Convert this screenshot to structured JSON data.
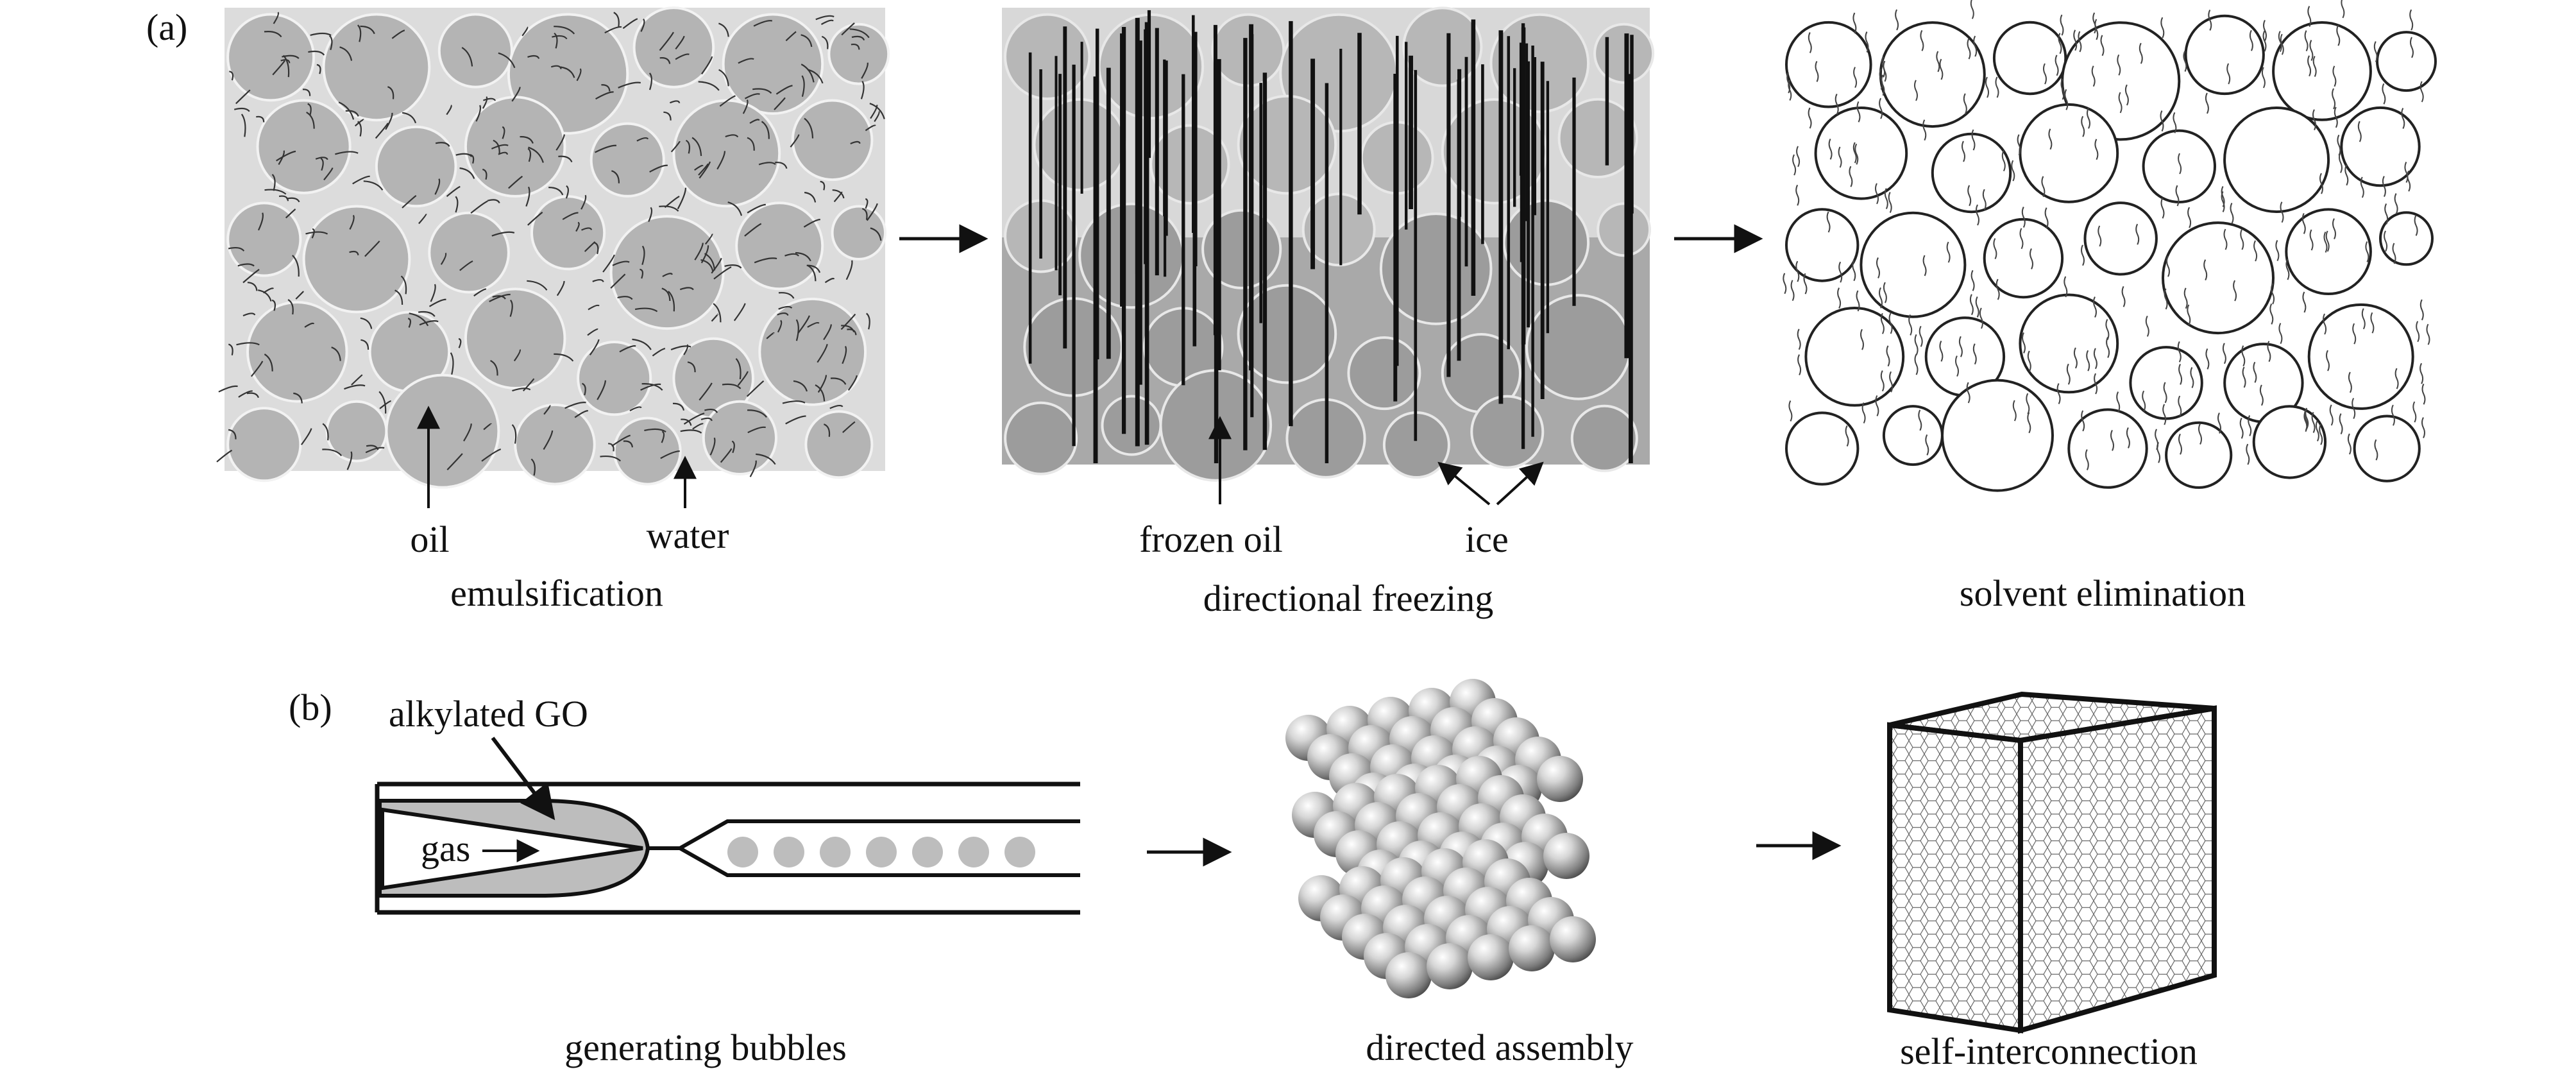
{
  "panel_a": {
    "label": "(a)",
    "steps": [
      {
        "caption": "emulsification",
        "callouts": [
          "oil",
          "water"
        ]
      },
      {
        "caption": "directional freezing",
        "callouts": [
          "frozen oil",
          "ice"
        ]
      },
      {
        "caption": "solvent elimination",
        "callouts": []
      }
    ]
  },
  "panel_b": {
    "label": "(b)",
    "callouts": [
      "alkylated GO",
      "gas"
    ],
    "steps": [
      {
        "caption": "generating bubbles"
      },
      {
        "caption": "directed assembly"
      },
      {
        "caption": "self-interconnection"
      }
    ]
  },
  "colors": {
    "background": "#ffffff",
    "emulsion_fill": "#dcdcdc",
    "droplet": "#b4b4b4",
    "frozen_droplet": "#9e9e9e",
    "ink": "#111111",
    "bubble": "#bdbdbd"
  }
}
